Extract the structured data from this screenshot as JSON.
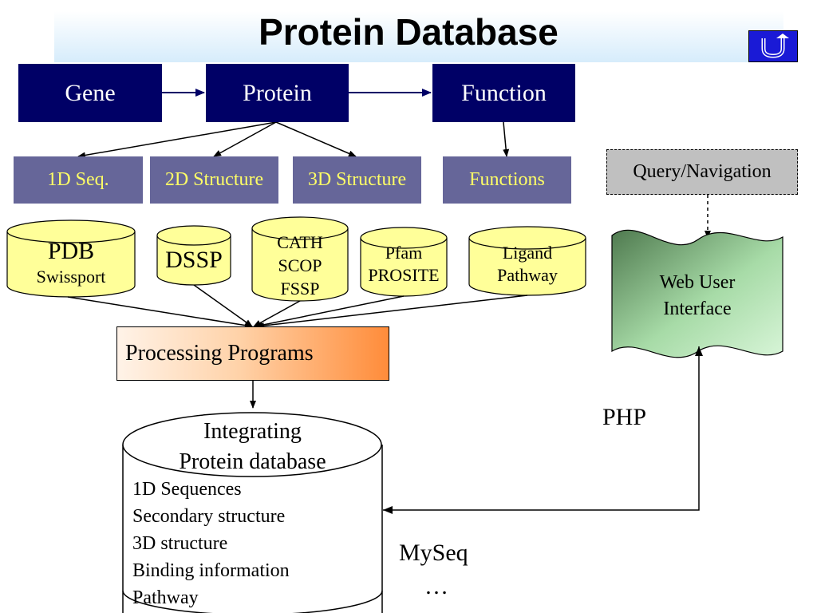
{
  "title": "Protein Database",
  "nav_button": "return-icon",
  "top_row": {
    "gene": "Gene",
    "protein": "Protein",
    "function": "Function"
  },
  "mid_row": {
    "seq1d": "1D Seq.",
    "struct2d": "2D Structure",
    "struct3d": "3D Structure",
    "functions": "Functions"
  },
  "query": "Query/Navigation",
  "databases": {
    "pdb": {
      "line1": "PDB",
      "line2": "Swissport"
    },
    "dssp": {
      "line1": "DSSP"
    },
    "cath": {
      "line1": "CATH",
      "line2": "SCOP",
      "line3": "FSSP"
    },
    "pfam": {
      "line1": "Pfam",
      "line2": "PROSITE"
    },
    "ligand": {
      "line1": "Ligand",
      "line2": "Pathway"
    }
  },
  "web_ui": {
    "line1": "Web User",
    "line2": "Interface"
  },
  "processing": "Processing Programs",
  "php": "PHP",
  "integrating": {
    "line1": "Integrating",
    "line2": "Protein database",
    "items": [
      "1D Sequences",
      "Secondary structure",
      "3D structure",
      "Binding information",
      "Pathway"
    ]
  },
  "myseq": "MySeq",
  "ellipsis": "…",
  "colors": {
    "dark_box": "#000066",
    "mid_box": "#666699",
    "mid_text": "#ffff66",
    "cylinder": "#ffff99",
    "web_ui_top": "#4f7a4f",
    "web_ui_bottom": "#d8f5d8"
  }
}
